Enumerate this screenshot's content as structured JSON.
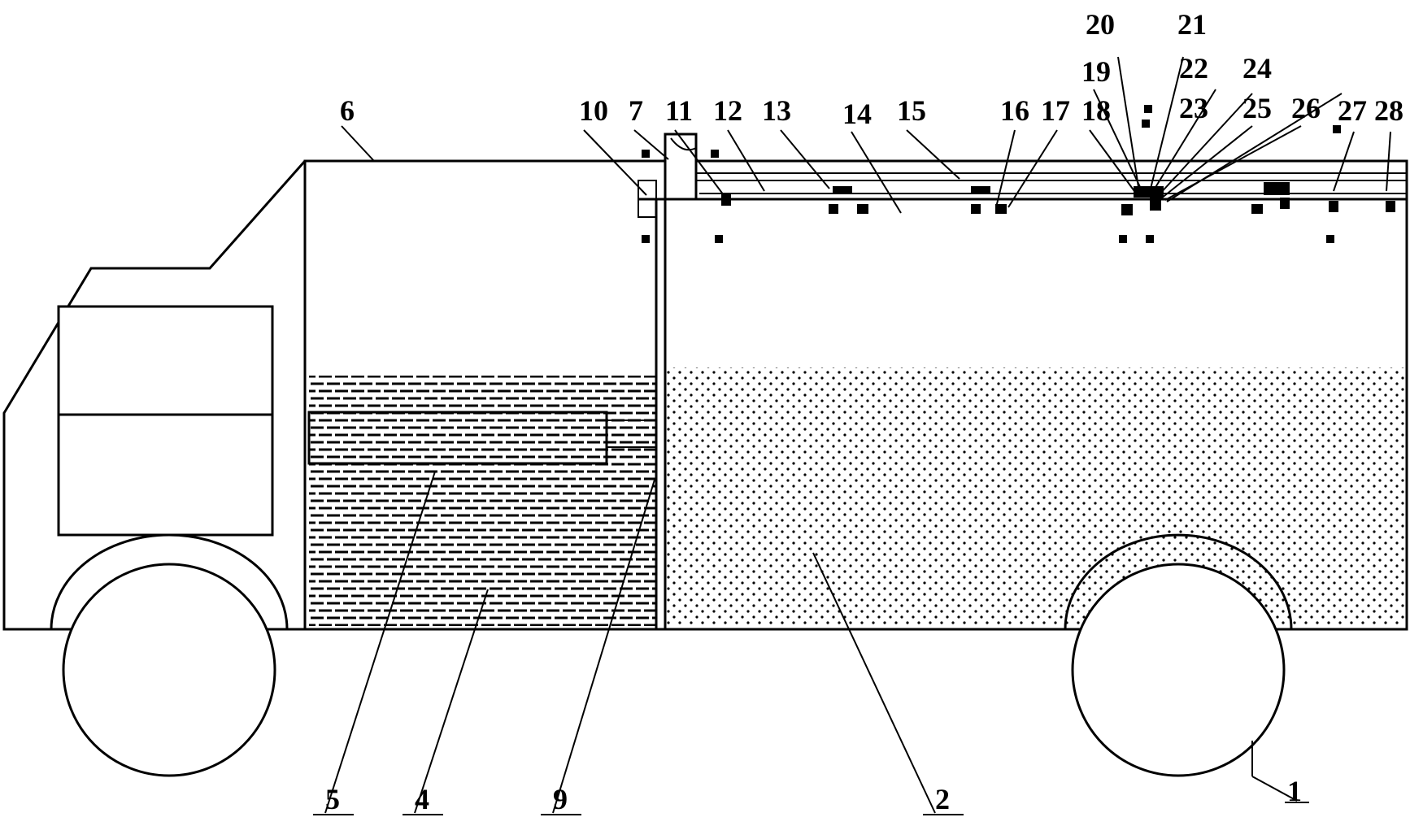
{
  "figure": {
    "labels": {
      "l1": "1",
      "l2": "2",
      "l4": "4",
      "l5": "5",
      "l6": "6",
      "l7": "7",
      "l9": "9",
      "l10": "10",
      "l11": "11",
      "l12": "12",
      "l13": "13",
      "l14": "14",
      "l15": "15",
      "l16": "16",
      "l17": "17",
      "l18": "18",
      "l19": "19",
      "l20": "20",
      "l21": "21",
      "l22": "22",
      "l23": "23",
      "l24": "24",
      "l25": "25",
      "l26": "26",
      "l27": "27",
      "l28": "28"
    }
  },
  "colors": {
    "line": "#000000",
    "background": "#ffffff"
  }
}
